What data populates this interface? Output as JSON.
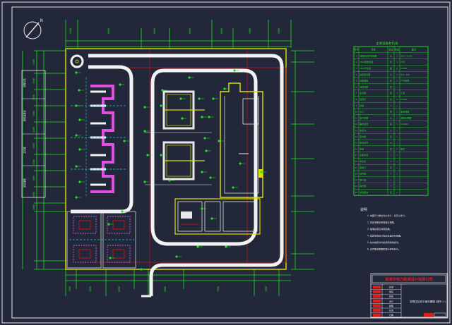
{
  "colors": {
    "background": "#22283a",
    "frame": "#e8e8e8",
    "dimension": "#19e619",
    "road": "#f2f2f2",
    "site_boundary": "#e0e000",
    "red_line": "#e01010",
    "pink": "#e050e0",
    "cyan": "#20c8e0",
    "title_red": "#d82020"
  },
  "table": {
    "title": "主要设备材料表",
    "headers": [
      "序号",
      "名称",
      "单位",
      "数量",
      "备注"
    ],
    "rows": [
      {
        "no": "1",
        "name": "总降压站主变压器",
        "unit": "台",
        "qty": "2",
        "note": "SZ11-6300"
      },
      {
        "no": "2",
        "name": "35kV配电装置",
        "unit": "套",
        "qty": "1",
        "note": "户外"
      },
      {
        "no": "3",
        "name": "10kV开关柜",
        "unit": "面",
        "qty": "8",
        "note": "KYN28"
      },
      {
        "no": "4",
        "name": "站用变压器",
        "unit": "台",
        "qty": "1",
        "note": "S11-100"
      },
      {
        "no": "5",
        "name": "电容器组",
        "unit": "套",
        "qty": "2",
        "note": "户外框架"
      },
      {
        "no": "6",
        "name": "消弧线圈",
        "unit": "套",
        "qty": "1",
        "note": ""
      },
      {
        "no": "7",
        "name": "主控楼",
        "unit": "座",
        "qty": "1",
        "note": "二层"
      },
      {
        "no": "8",
        "name": "避雷针",
        "unit": "支",
        "qty": "4",
        "note": "H=30m"
      },
      {
        "no": "9",
        "name": "围墙",
        "unit": "m",
        "qty": "1",
        "note": ""
      },
      {
        "no": "10",
        "name": "大门",
        "unit": "樘",
        "qty": "1",
        "note": "电动伸缩"
      },
      {
        "no": "11",
        "name": "站内道路",
        "unit": "m2",
        "qty": "1",
        "note": "混凝土路面"
      },
      {
        "no": "12",
        "name": "事故油池",
        "unit": "座",
        "qty": "1",
        "note": "V=20m3"
      },
      {
        "no": "13",
        "name": "电缆沟",
        "unit": "m",
        "qty": "1",
        "note": ""
      },
      {
        "no": "14",
        "name": "接地网",
        "unit": "套",
        "qty": "1",
        "note": ""
      },
      {
        "no": "15",
        "name": "碎石地坪",
        "unit": "m2",
        "qty": "1",
        "note": ""
      },
      {
        "no": "16",
        "name": "构架",
        "unit": "套",
        "qty": "4",
        "note": "钢管"
      },
      {
        "no": "17",
        "name": "设备支架",
        "unit": "个",
        "qty": "1",
        "note": ""
      },
      {
        "no": "18",
        "name": "排水管",
        "unit": "m",
        "qty": "1",
        "note": ""
      },
      {
        "no": "19",
        "name": "照明灯",
        "unit": "套",
        "qty": "1",
        "note": ""
      },
      {
        "no": "20",
        "name": "检修箱",
        "unit": "个",
        "qty": "1",
        "note": ""
      },
      {
        "no": "21",
        "name": "端子箱",
        "unit": "个",
        "qty": "1",
        "note": ""
      },
      {
        "no": "22",
        "name": "操作箱",
        "unit": "个",
        "qty": "1",
        "note": ""
      },
      {
        "no": "23",
        "name": "消防器材",
        "unit": "套",
        "qty": "1",
        "note": ""
      }
    ]
  },
  "notes": {
    "title": "说明",
    "lines": [
      "1.本图尺寸单位均以米计，标高以米计。",
      "2.站区道路采用混凝土路面。",
      "3.围墙采用实体砖围墙。",
      "4.站区场地设计标高见竖向布置图。",
      "5.站内电缆沟均采用砖砌电缆沟。",
      "6.未尽事宜按国家现行规范执行。"
    ]
  },
  "title_block": {
    "company": "某某市电力勘测设计有限公司",
    "drawing_title": "总降压站总平面布置图",
    "drawing_no": "(图号-1)",
    "rows": [
      "批准",
      "审核",
      "校核",
      "设计",
      "制图",
      "比例",
      "日期"
    ]
  },
  "compass": {
    "label": "N"
  },
  "side_labels": [
    "总降压站",
    "配电装置区",
    "主控楼",
    "进站道路"
  ],
  "left_dims": [
    "3500",
    "4500",
    "4500",
    "4500",
    "4500",
    "4500",
    "4500",
    "3000",
    "6000",
    "3000"
  ],
  "top_dims": [
    "1500",
    "6000",
    "6000",
    "8000",
    "6000",
    "3000",
    "2000"
  ],
  "bottom_dims": [
    "1500",
    "4500",
    "8000",
    "6000",
    "3000",
    "2000"
  ]
}
